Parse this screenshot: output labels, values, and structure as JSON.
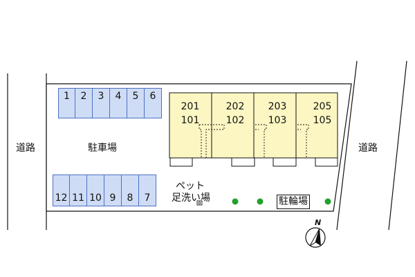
{
  "roads": {
    "left": "道路",
    "right": "道路"
  },
  "parking": {
    "label": "駐車場",
    "top_row": [
      "1",
      "2",
      "3",
      "4",
      "5",
      "6"
    ],
    "bottom_row": [
      "12",
      "11",
      "10",
      "9",
      "8",
      "7"
    ]
  },
  "building": {
    "units": [
      {
        "upper": "201",
        "lower": "101"
      },
      {
        "upper": "202",
        "lower": "102"
      },
      {
        "upper": "203",
        "lower": "103"
      },
      {
        "upper": "205",
        "lower": "105"
      }
    ]
  },
  "pet_area": {
    "line1": "ペット",
    "line2": "足洗い場"
  },
  "bicycle_parking": "駐輪場",
  "compass": "N",
  "colors": {
    "building_fill": "#fbf6c2",
    "parking_fill": "#cfdcf5",
    "parking_border": "#4a70c4",
    "tree": "#21a12a",
    "outline": "#111111"
  }
}
